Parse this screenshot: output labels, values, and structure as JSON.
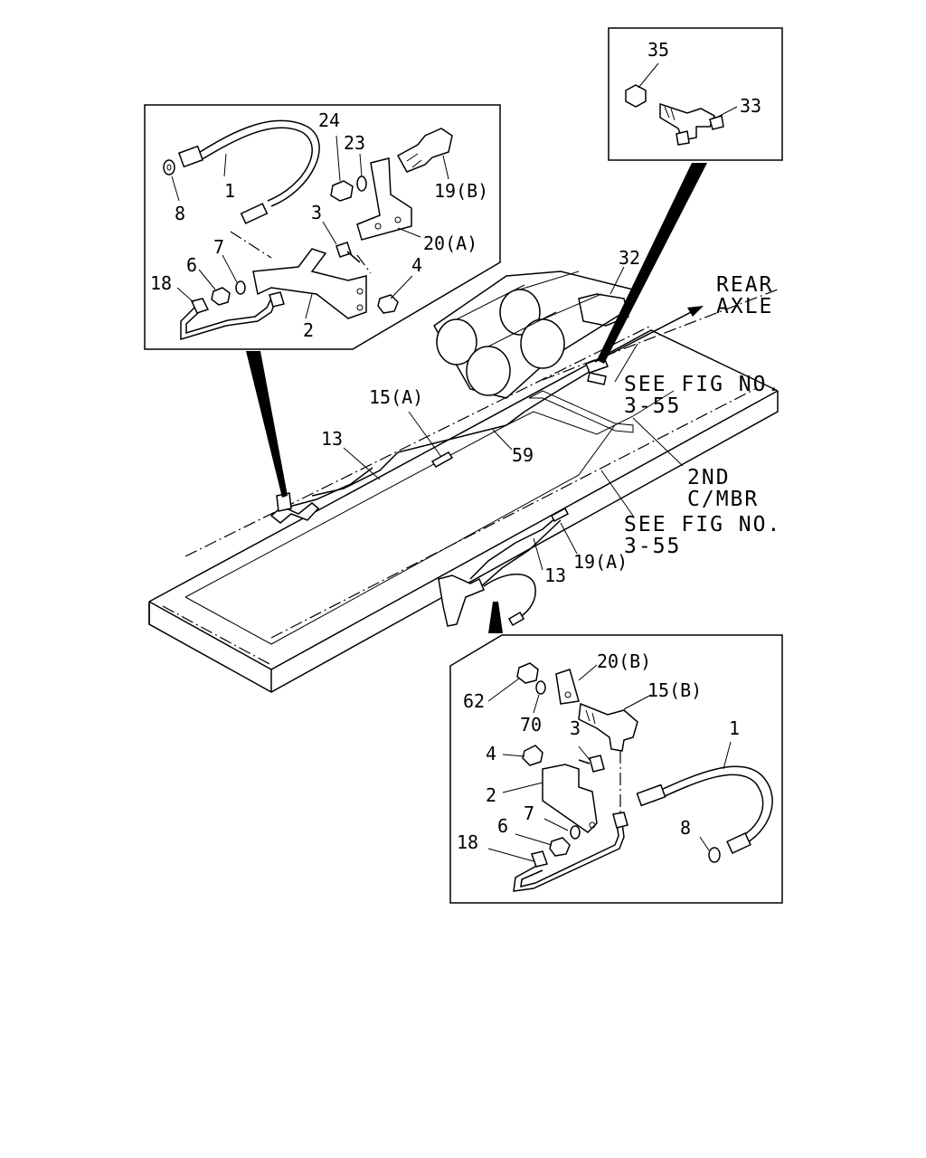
{
  "callouts": {
    "hose_1_top": "1",
    "washer_8_top": "8",
    "nut_24": "24",
    "washer_23": "23",
    "bolt_3_top": "3",
    "union_19b": "19(B)",
    "bracket_20a": "20(A)",
    "washer_7_top": "7",
    "nut_6_top": "6",
    "nut_4_top": "4",
    "pipe_18_top": "18",
    "bracket_2_top": "2",
    "nut_35": "35",
    "tee_33": "33",
    "tank_32": "32",
    "pipe_15a": "15(A)",
    "pipe_13_upper": "13",
    "pipe_59": "59",
    "pipe_13_lower": "13",
    "union_19a": "19(A)",
    "bracket_20b": "20(B)",
    "pipe_15b": "15(B)",
    "nut_62": "62",
    "washer_70": "70",
    "bolt_3_bottom": "3",
    "nut_4_bottom": "4",
    "hose_1_bottom": "1",
    "bracket_2_bottom": "2",
    "washer_7_bottom": "7",
    "nut_6_bottom": "6",
    "washer_8_bottom": "8",
    "pipe_18_bottom": "18"
  },
  "notes": {
    "rear_axle_line1": "REAR",
    "rear_axle_line2": "AXLE",
    "see_fig_1_line1": "SEE FIG NO.",
    "see_fig_1_line2": "3-55",
    "second_cmbr_line1": "2ND",
    "second_cmbr_line2": "C/MBR",
    "see_fig_2_line1": "SEE FIG NO.",
    "see_fig_2_line2": "3-55"
  }
}
